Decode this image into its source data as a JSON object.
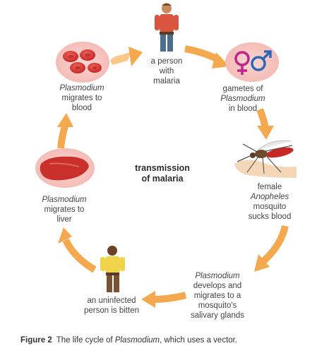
{
  "center": {
    "line1": "transmission",
    "line2": "of malaria"
  },
  "stages": {
    "person_with_malaria": {
      "lines": [
        "a person",
        "with",
        "malaria"
      ]
    },
    "gametes": {
      "lines": [
        "gametes of",
        "Plasmodium",
        "in blood"
      ]
    },
    "mosquito": {
      "lines": [
        "female",
        "Anopheles",
        "mosquito",
        "sucks blood"
      ]
    },
    "salivary": {
      "lines": [
        "Plasmodium",
        "develops and",
        "migrates to a",
        "mosquito's",
        "salivary glands"
      ]
    },
    "bitten": {
      "lines": [
        "an uninfected",
        "person is bitten"
      ]
    },
    "liver": {
      "lines": [
        "Plasmodium",
        "migrates to",
        "liver"
      ]
    },
    "blood": {
      "lines": [
        "Plasmodium",
        "migrates to",
        "blood"
      ]
    }
  },
  "caption": {
    "number": "Figure 2",
    "text_before": "The life cycle of ",
    "italic": "Plasmodium",
    "text_after": ", which uses a vector."
  },
  "colors": {
    "arrow": "#f5a94e",
    "arrow_light": "#fbc987",
    "blob": "#f7c9c6",
    "cell": "#d8302f"
  }
}
